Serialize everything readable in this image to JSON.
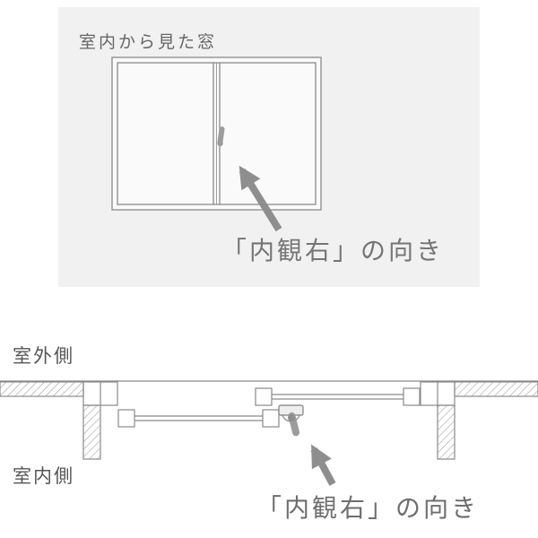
{
  "elevation_panel": {
    "title": "室内から見た窓",
    "caption": "「内観右」の向き",
    "bg": "#f1f1f1"
  },
  "section_view": {
    "outdoor_label": "室外側",
    "indoor_label": "室内側",
    "caption": "「内観右」の向き"
  },
  "colors": {
    "line": "#8a8a8a",
    "arrow": "#8e8e8e",
    "hatch": "#9a9a9a",
    "panel_bg": "#f1f1f1",
    "label_text": "#555555",
    "caption_text": "#6e6e6e"
  }
}
